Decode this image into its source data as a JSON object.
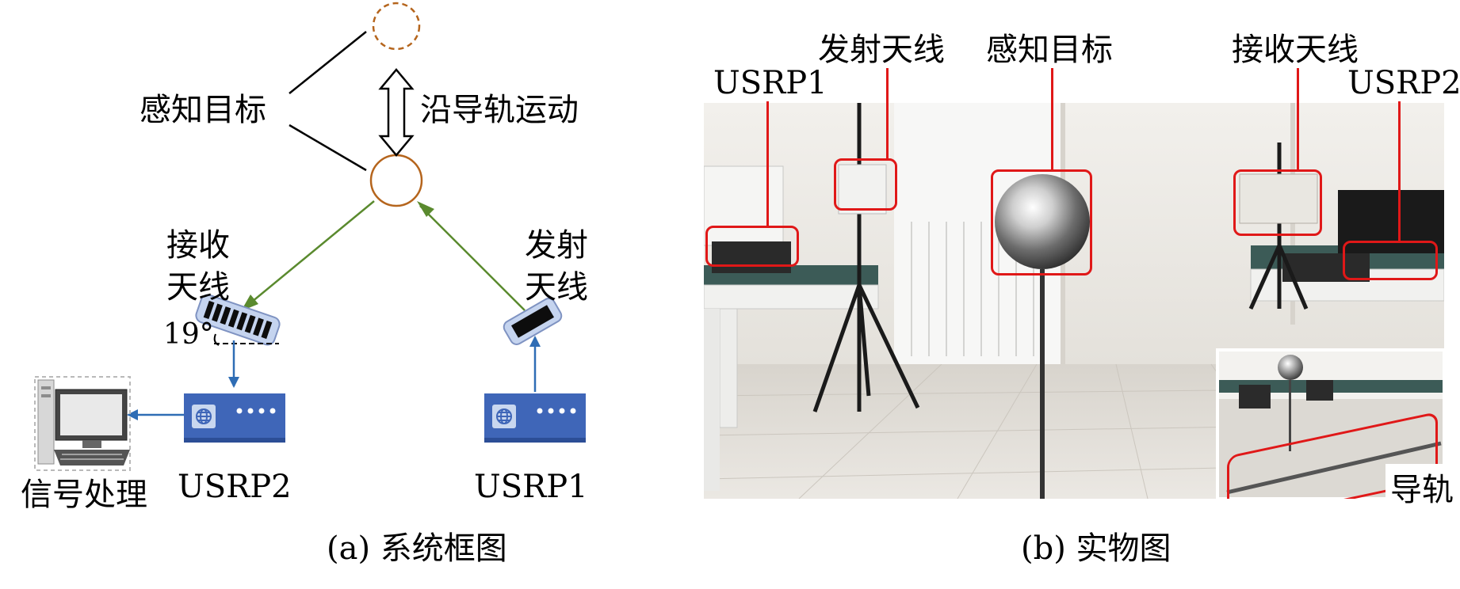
{
  "panel_a": {
    "target_label": "感知目标",
    "motion_label": "沿导轨运动",
    "rx_antenna_label": [
      "接收",
      "天线"
    ],
    "tx_antenna_label": [
      "发射",
      "天线"
    ],
    "angle_label": "19°",
    "processing_label": "信号处理",
    "usrp2_label": "USRP2",
    "usrp1_label": "USRP1",
    "caption": "(a) 系统框图"
  },
  "panel_b": {
    "tx_antenna_label": "发射天线",
    "target_label": "感知目标",
    "rx_antenna_label": "接收天线",
    "usrp1_label": "USRP1",
    "usrp2_label": "USRP2",
    "rail_label": "导轨",
    "caption": "(b) 实物图"
  },
  "colors": {
    "target_circle": "#b5651d",
    "signal_arrow": "#5a8a2e",
    "link_arrow": "#2f6db5",
    "usrp_body": "#3f66b8",
    "antenna_body": "#c5d4ef",
    "highlight": "#e01818"
  },
  "icons": [
    "computer-icon",
    "usrp-device-icon",
    "antenna-icon",
    "globe-icon",
    "double-arrow-icon"
  ]
}
